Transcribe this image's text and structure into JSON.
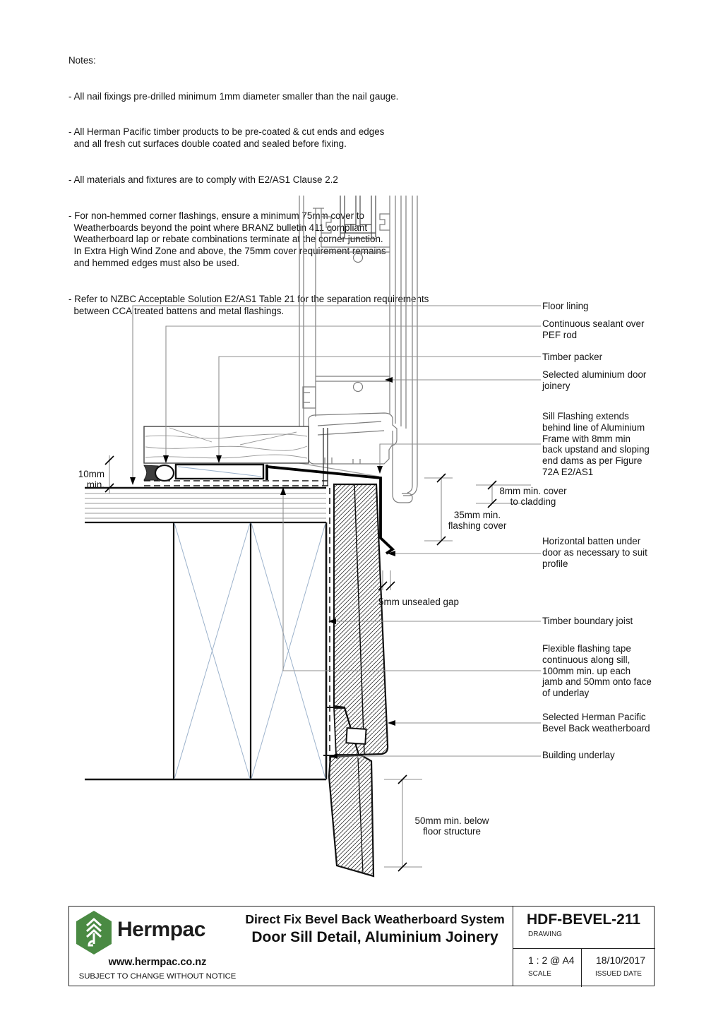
{
  "notes": {
    "heading": "Notes:",
    "items": [
      "- All nail fixings pre-drilled minimum 1mm diameter smaller than the nail gauge.",
      "- All Herman Pacific timber products to be pre-coated & cut ends and edges\n  and all fresh cut surfaces double coated and sealed before fixing.",
      "- All materials and fixtures are to comply with E2/AS1 Clause 2.2",
      "- For non-hemmed corner flashings, ensure a minimum 75mm cover to\n  Weatherboards beyond the point where BRANZ bulletin 411 compliant\n  Weatherboard lap or rebate combinations terminate at the corner junction.\n  In Extra High Wind Zone and above, the 75mm cover requirement remains\n  and hemmed edges must also be used.",
      "- Refer to NZBC Acceptable Solution E2/AS1 Table 21 for the separation requirements\n  between CCA treated battens and metal flashings."
    ]
  },
  "callouts": [
    {
      "id": "floor-lining",
      "label": "Floor lining"
    },
    {
      "id": "sealant-pef-rod",
      "label": "Continuous sealant over\nPEF rod"
    },
    {
      "id": "timber-packer",
      "label": "Timber packer"
    },
    {
      "id": "aluminium-door-joinery",
      "label": "Selected aluminium door\njoinery"
    },
    {
      "id": "sill-flashing",
      "label": "Sill Flashing extends\nbehind line of Aluminium\nFrame with 8mm min\nback upstand and sloping\nend dams as per Figure\n72A E2/AS1"
    },
    {
      "id": "horizontal-batten",
      "label": "Horizontal batten under\ndoor as necessary to suit\nprofile"
    },
    {
      "id": "timber-boundary-joist",
      "label": "Timber boundary joist"
    },
    {
      "id": "flexible-flashing-tape",
      "label": "Flexible flashing tape\ncontinuous along sill,\n100mm min. up each\njamb and 50mm onto face\nof underlay"
    },
    {
      "id": "bevel-back-weatherboard",
      "label": "Selected Herman Pacific\nBevel Back weatherboard"
    },
    {
      "id": "building-underlay",
      "label": "Building underlay"
    }
  ],
  "dimensions": {
    "d10": "10mm min.",
    "d8": "8mm min. cover\nto cladding",
    "d35": "35mm min.\nflashing cover",
    "gap5": "5mm unsealed gap\n.",
    "d50": "50mm min. below\nfloor structure"
  },
  "title_block": {
    "brand": "Hermpac",
    "website": "www.hermpac.co.nz",
    "disclaimer": "SUBJECT TO CHANGE WITHOUT NOTICE",
    "system_title": "Direct Fix Bevel Back Weatherboard System",
    "drawing_title": "Door Sill Detail, Aluminium Joinery",
    "drawing_code": "HDF-BEVEL-211",
    "drawing_code_label": "DRAWING",
    "scale_value": "1 : 2 @ A4",
    "scale_label": "SCALE",
    "issued_date": "18/10/2017",
    "issued_date_label": "ISSUED DATE",
    "logo_green": "#4a8a43",
    "brace_blue": "#9db3cc"
  }
}
